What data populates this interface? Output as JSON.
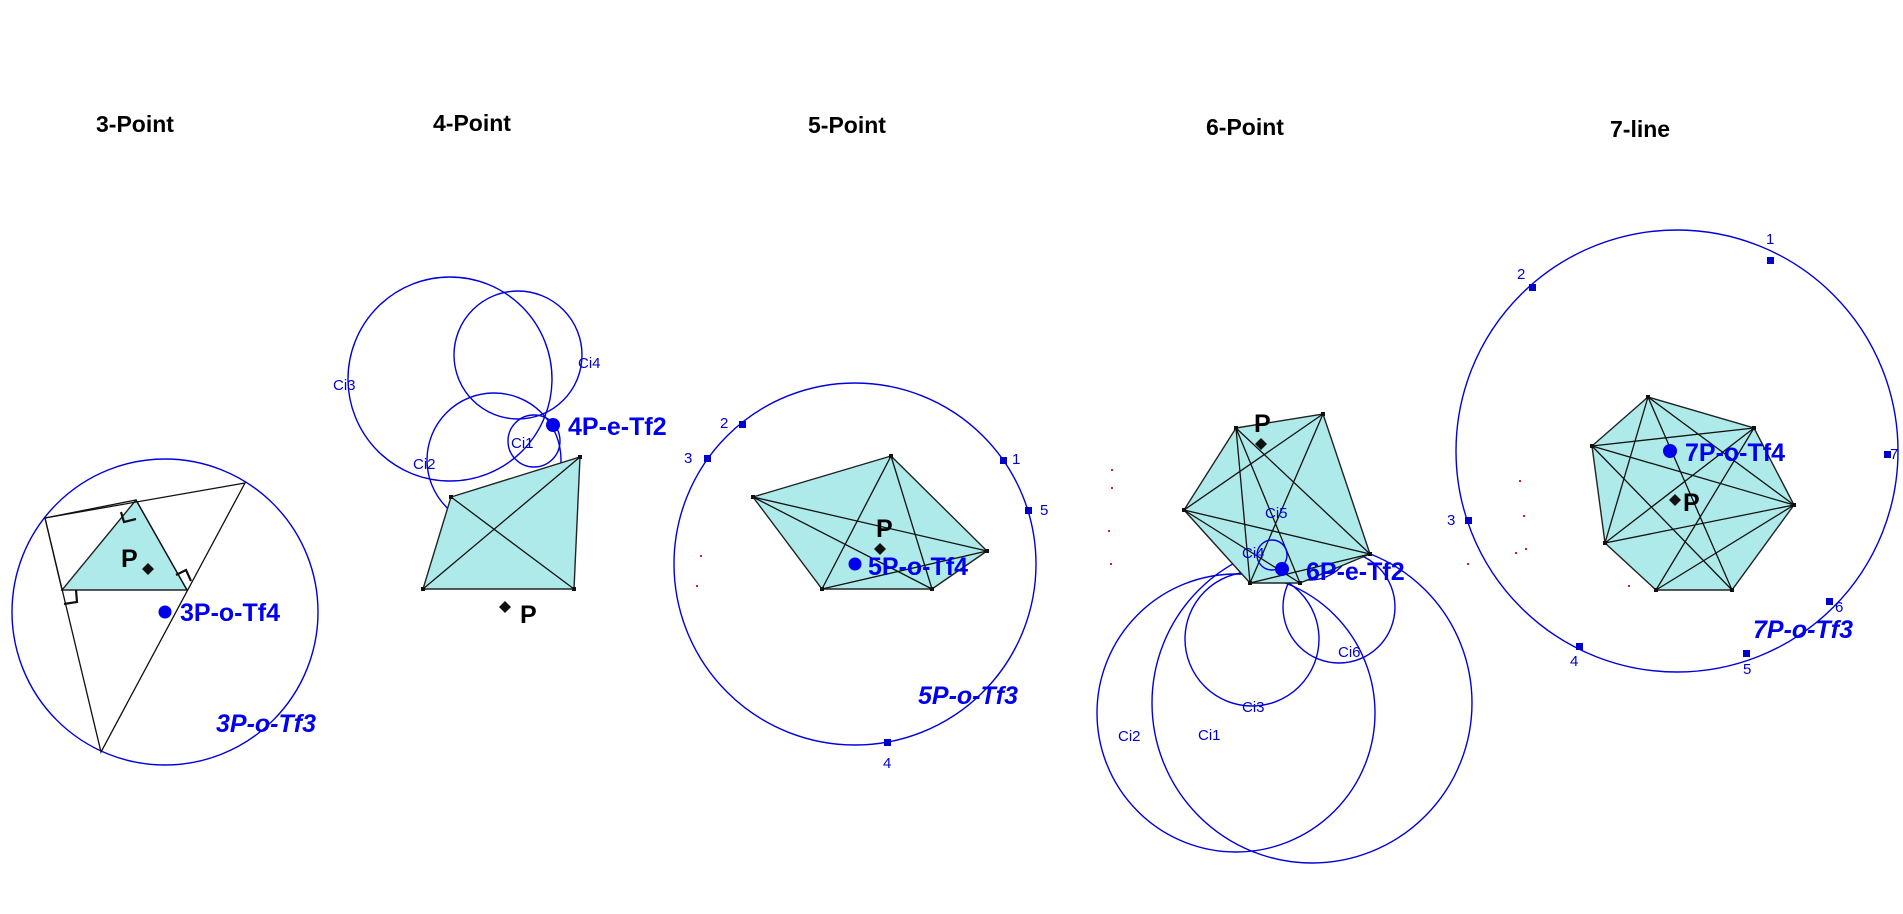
{
  "titles": {
    "p3": "3-Point",
    "p4": "4-Point",
    "p5": "5-Point",
    "p6": "6-Point",
    "p7": "7-line"
  },
  "point_label": "P",
  "panel3": {
    "center_label": "3P-o-Tf4",
    "circle_label": "3P-o-Tf3"
  },
  "panel4": {
    "center_label": "4P-e-Tf2",
    "circles": [
      "Ci1",
      "Ci2",
      "Ci3",
      "Ci4"
    ]
  },
  "panel5": {
    "center_label": "5P-o-Tf4",
    "circle_label": "5P-o-Tf3",
    "marks": [
      "1",
      "2",
      "3",
      "4",
      "5"
    ]
  },
  "panel6": {
    "center_label": "6P-e-Tf2",
    "circles": [
      "Ci1",
      "Ci2",
      "Ci3",
      "Ci4",
      "Ci5",
      "Ci6"
    ]
  },
  "panel7": {
    "center_label": "7P-o-Tf4",
    "circle_label": "7P-o-Tf3",
    "marks": [
      "1",
      "2",
      "3",
      "4",
      "5",
      "6",
      "7"
    ]
  },
  "colors": {
    "fill": "#aeeaea",
    "circle": "#0000dd",
    "label": "#0000ee"
  }
}
